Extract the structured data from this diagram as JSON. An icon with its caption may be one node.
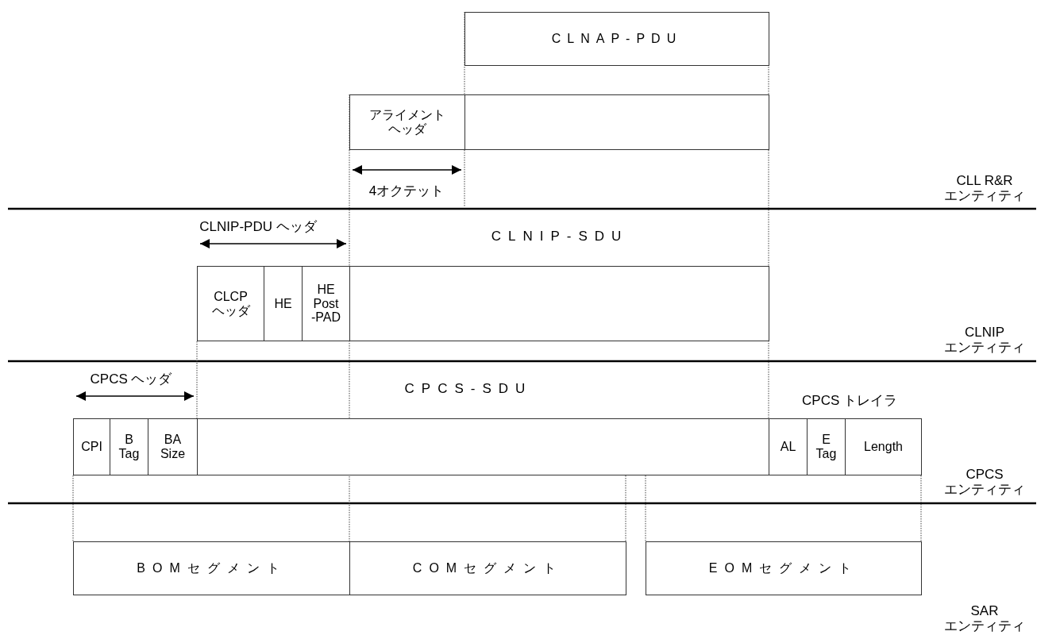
{
  "diagram": {
    "nodes": [
      {
        "text": [
          "CLNAP-PDU"
        ]
      },
      {
        "text": [
          "アライメントヘッダ"
        ]
      },
      {
        "text": [],
        "shape": "box"
      },
      {
        "text": [
          "CLCP ヘッダ"
        ]
      },
      {
        "text": [
          "HE"
        ]
      },
      {
        "text": [
          "HE Post -PAD"
        ]
      },
      {
        "text": [],
        "shape": "box"
      },
      {
        "text": [
          "CPI"
        ]
      },
      {
        "text": [
          "B Tag"
        ]
      },
      {
        "text": [
          "BA Size"
        ]
      },
      {
        "text": [],
        "shape": "box"
      },
      {
        "text": [
          "AL"
        ]
      },
      {
        "text": [
          "E Tag"
        ]
      },
      {
        "text": [
          "Length"
        ]
      },
      {
        "text": [
          "BOMセグメント"
        ]
      },
      {
        "text": [
          "COMセグメント"
        ]
      },
      {
        "text": [
          "EOMセグメント"
        ]
      }
    ],
    "labels": [
      "CLL R&R エンティティ",
      "4オクテット",
      "CLNIP-PDU ヘッダ",
      "CLNIP-SDU",
      "CLNIP エンティティ",
      "CPCS ヘッダ",
      "CPCS-SDU",
      "CPCS トレイラ",
      "CPCS エンティティ",
      "SAR エンティティ"
    ]
  }
}
